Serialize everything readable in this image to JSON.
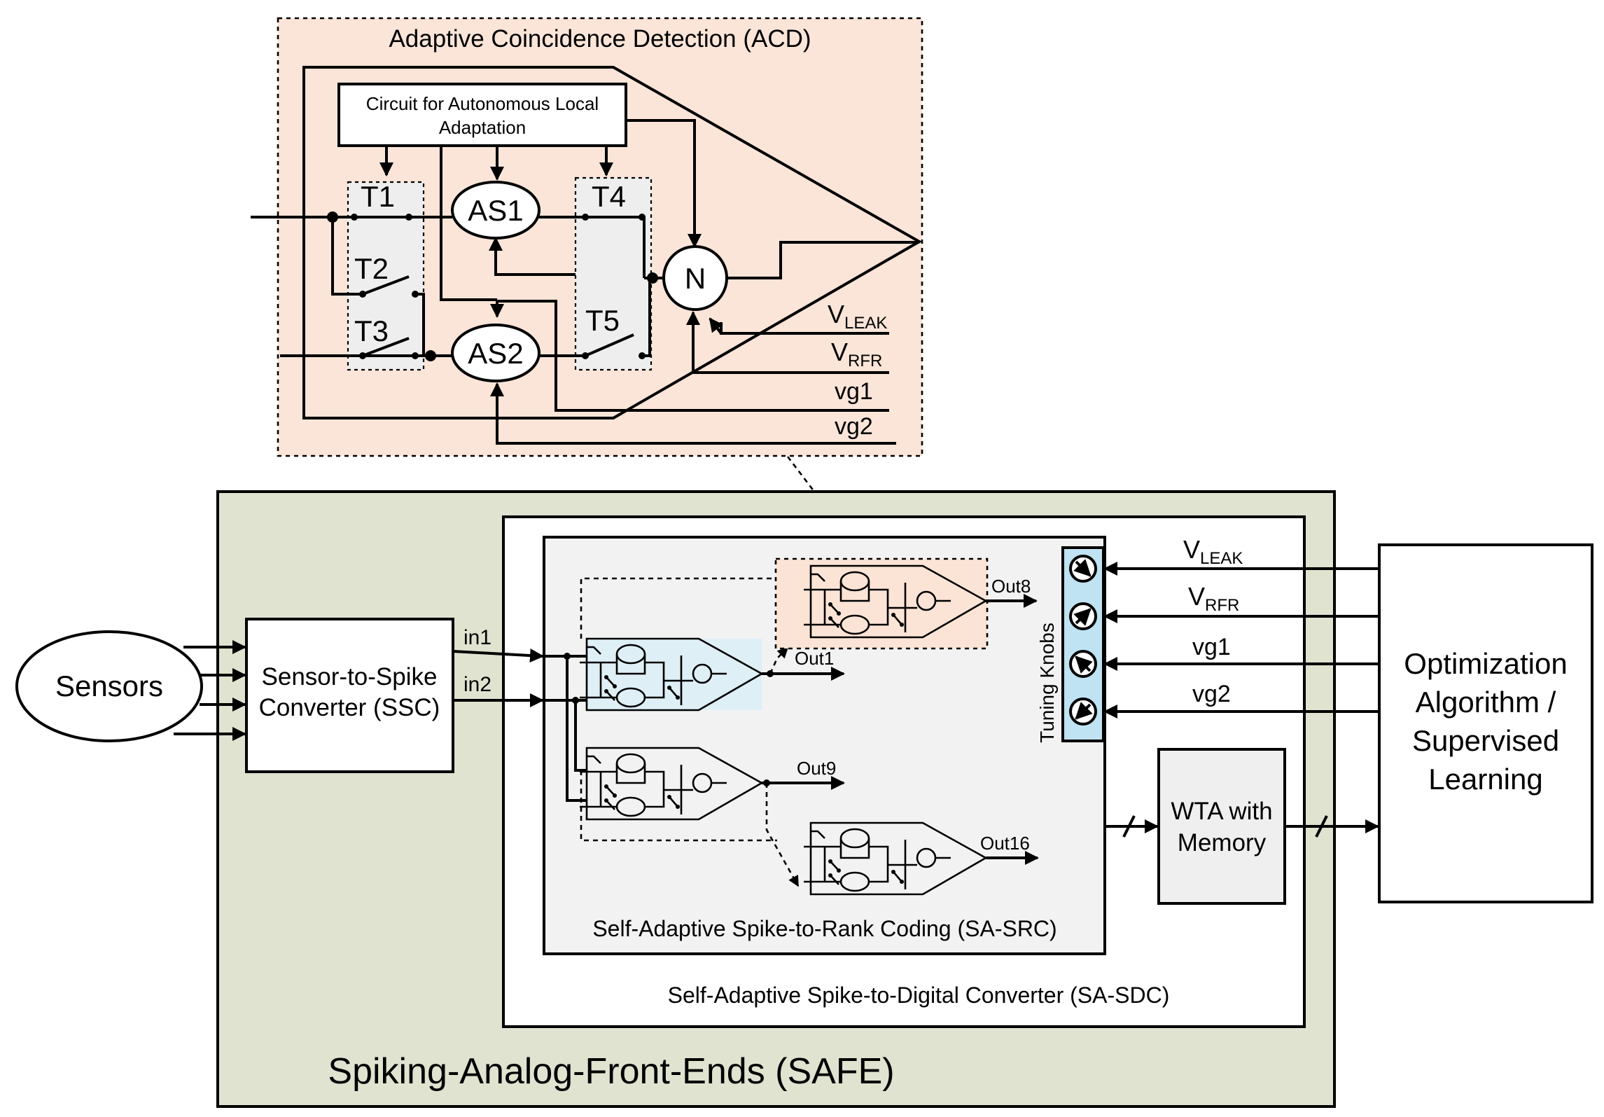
{
  "acd": {
    "title": "Adaptive Coincidence Detection (ACD)",
    "adaptation_line1": "Circuit for Autonomous Local",
    "adaptation_line2": "Adaptation",
    "t1": "T1",
    "t2": "T2",
    "t3": "T3",
    "t4": "T4",
    "t5": "T5",
    "as1": "AS1",
    "as2": "AS2",
    "n": "N",
    "vleak_main": "V",
    "vleak_sub": "LEAK",
    "vrfr_main": "V",
    "vrfr_sub": "RFR",
    "vg1": "vg1",
    "vg2": "vg2"
  },
  "safe": {
    "title": "Spiking-Analog-Front-Ends (SAFE)",
    "sensors": "Sensors",
    "ssc_line1": "Sensor-to-Spike",
    "ssc_line2": "Converter (SSC)",
    "in1": "in1",
    "in2": "in2",
    "sdc_label": "Self-Adaptive Spike-to-Digital Converter (SA-SDC)",
    "src_label": "Self-Adaptive Spike-to-Rank Coding (SA-SRC)",
    "out1": "Out1",
    "out8": "Out8",
    "out9": "Out9",
    "out16": "Out16",
    "tuning_knobs": "Tuning Knobs",
    "vleak_main": "V",
    "vleak_sub": "LEAK",
    "vrfr_main": "V",
    "vrfr_sub": "RFR",
    "vg1": "vg1",
    "vg2": "vg2",
    "wta_line1": "WTA with",
    "wta_line2": "Memory",
    "opt_line1": "Optimization",
    "opt_line2": "Algorithm /",
    "opt_line3": "Supervised",
    "opt_line4": "Learning"
  },
  "colors": {
    "acd_fill": "#fae5d8",
    "safe_fill": "#dfe3cf",
    "src_fill": "#f2f2f2",
    "knob_fill": "#bfe3f2",
    "acd_small_fill": "#fbe4d5",
    "wta_fill": "#efefef"
  }
}
